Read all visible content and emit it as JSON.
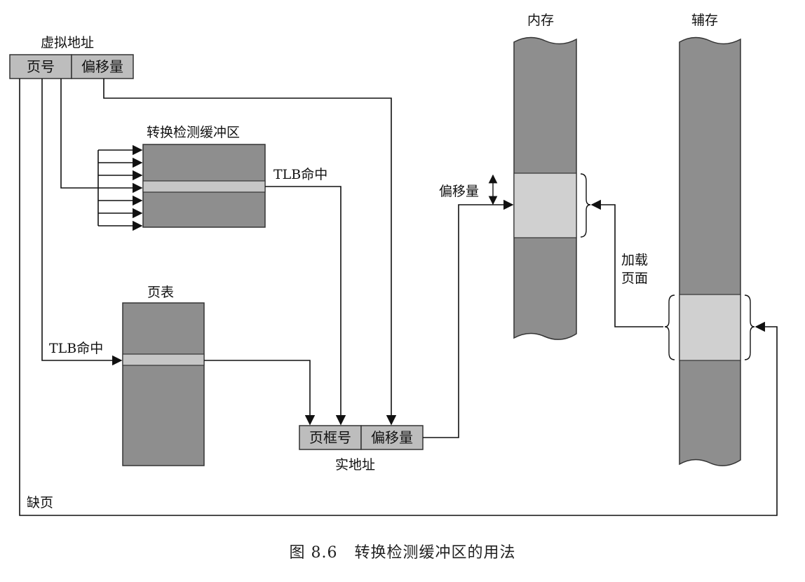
{
  "labels": {
    "virtual_address": "虚拟地址",
    "page_number": "页号",
    "offset": "偏移量",
    "tlb": "转换检测缓冲区",
    "tlb_hit_1": "TLB命中",
    "page_table": "页表",
    "tlb_hit_2": "TLB命中",
    "frame_number": "页框号",
    "real_offset": "偏移量",
    "real_address": "实地址",
    "page_fault": "缺页",
    "main_memory": "内存",
    "secondary_storage": "辅存",
    "mem_offset": "偏移量",
    "load_page_line1": "加载",
    "load_page_line2": "页面"
  },
  "caption": {
    "number": "图 8.6",
    "text": "转换检测缓冲区的用法"
  },
  "colors": {
    "box_dark": "#8e8e8e",
    "box_light": "#c6c6c6",
    "addr_box": "#bdbdbd",
    "line": "#111111"
  }
}
